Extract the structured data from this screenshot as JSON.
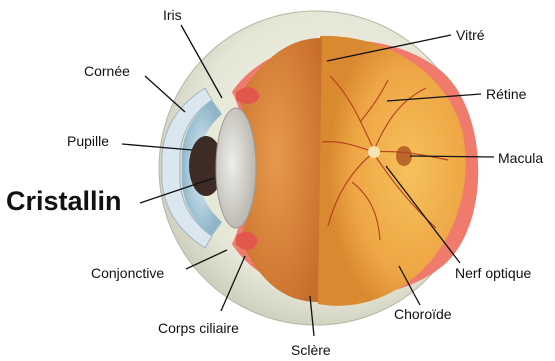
{
  "labels": {
    "iris": "Iris",
    "cornee": "Cornée",
    "pupille": "Pupille",
    "cristallin": "Cristallin",
    "conjonctive": "Conjonctive",
    "corps_ciliaire": "Corps ciliaire",
    "sclere": "Sclère",
    "choroide": "Choroïde",
    "nerf_optique": "Nerf optique",
    "macula": "Macula",
    "retine": "Rétine",
    "vitre": "Vitré"
  },
  "colors": {
    "sclera": "#ececdf",
    "vitreous": "#d7853b",
    "retina": "#efa94a",
    "choroid_rim": "#f07a6b",
    "lens": "#c9c6c0",
    "iris": "#9fc3d6",
    "leader_line": "#111111",
    "text": "#111111"
  }
}
